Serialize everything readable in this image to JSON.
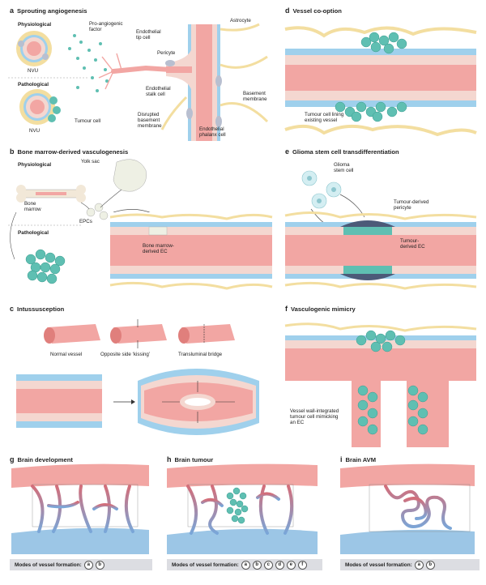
{
  "panel_a": {
    "letter": "a",
    "title": "Sprouting angiogenesis",
    "physiological": "Physiological",
    "pathological": "Pathological",
    "nvu1": "NVU",
    "nvu2": "NVU",
    "pro_angiogenic": "Pro-angiogenic\nfactor",
    "endo_tip": "Endothelial\ntip cell",
    "astrocyte": "Astrocyte",
    "pericyte": "Pericyte",
    "basement": "Basement\nmembrane",
    "stalk": "Endothelial\nstalk cell",
    "tumour_cell": "Tumour cell",
    "disrupted": "Disrupted\nbasement\nmembrane",
    "phalanx": "Endothelial\nphalanx cell"
  },
  "panel_b": {
    "letter": "b",
    "title": "Bone marrow-derived vasculogenesis",
    "physiological": "Physiological",
    "pathological": "Pathological",
    "yolk": "Yolk sac",
    "bone_marrow": "Bone\nmarrow",
    "epcs": "EPCs",
    "bm_ec": "Bone marrow-\nderived EC"
  },
  "panel_c": {
    "letter": "c",
    "title": "Intussusception",
    "normal": "Normal vessel",
    "kissing": "Opposite side ‘kissing’",
    "bridge": "Transluminal bridge"
  },
  "panel_d": {
    "letter": "d",
    "title": "Vessel co-option",
    "lining": "Tumour cell lining\nexisting vessel"
  },
  "panel_e": {
    "letter": "e",
    "title": "Glioma stem cell transdifferentiation",
    "glioma": "Glioma\nstem cell",
    "pericyte": "Tumour-derived\npericyte",
    "ec": "Tumour-\nderived EC"
  },
  "panel_f": {
    "letter": "f",
    "title": "Vasculogenic mimicry",
    "wall": "Vessel wall-integrated\ntumour cell mimicking\nan EC"
  },
  "panel_g": {
    "letter": "g",
    "title": "Brain development",
    "modes_label": "Modes of vessel formation:",
    "chips": [
      "a",
      "b"
    ]
  },
  "panel_h": {
    "letter": "h",
    "title": "Brain tumour",
    "modes_label": "Modes of vessel formation:",
    "chips": [
      "a",
      "b",
      "c",
      "d",
      "e",
      "f"
    ]
  },
  "panel_i": {
    "letter": "i",
    "title": "Brain AVM",
    "modes_label": "Modes of vessel formation:",
    "chips": [
      "a",
      "b"
    ]
  },
  "colors": {
    "vessel": "#f2a6a3",
    "vessel_light": "#f8cfcb",
    "endo": "#f4d7d0",
    "pericyte": "#b8bfd0",
    "astro": "#f3dea0",
    "tumour": "#5fbfb2",
    "vein": "#9cc6e6",
    "membrane": "#9fd0ec"
  }
}
